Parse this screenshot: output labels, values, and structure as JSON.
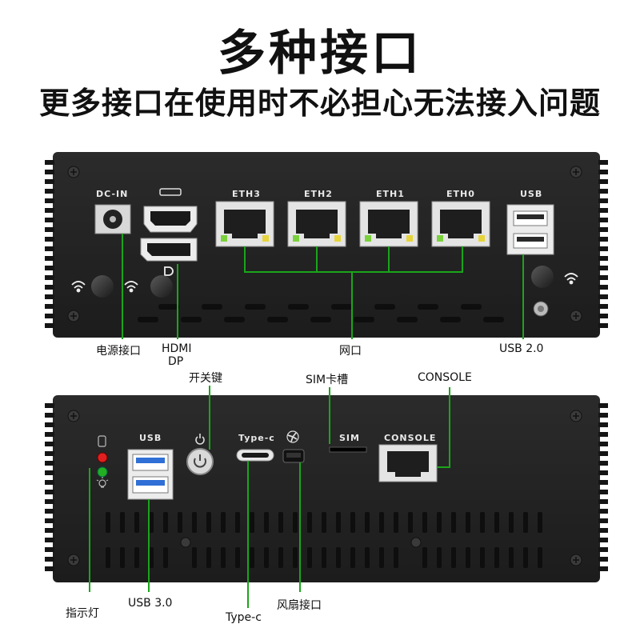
{
  "header": {
    "title": "多种接口",
    "subtitle": "更多接口在使用时不必担心无法接入问题"
  },
  "top_panel": {
    "labels": {
      "dc_in": "DC-IN",
      "eth3": "ETH3",
      "eth2": "ETH2",
      "eth1": "ETH1",
      "eth0": "ETH0",
      "usb": "USB"
    },
    "callouts": {
      "power": "电源接口",
      "hdmi": "HDMI",
      "dp": "DP",
      "network": "网口",
      "usb2": "USB 2.0"
    }
  },
  "bottom_panel": {
    "labels": {
      "usb": "USB",
      "typec": "Type-c",
      "sim": "SIM",
      "console": "CONSOLE"
    },
    "callouts": {
      "power_switch": "开关键",
      "sim_slot": "SIM卡槽",
      "console": "CONSOLE",
      "indicator": "指示灯",
      "usb3": "USB 3.0",
      "typec": "Type-c",
      "fan": "风扇接口"
    }
  },
  "colors": {
    "accent_line": "#1aa51a",
    "panel": "#262626",
    "led_red": "#e02020",
    "led_green": "#22b022",
    "usb3_blue": "#2f6fd6"
  }
}
